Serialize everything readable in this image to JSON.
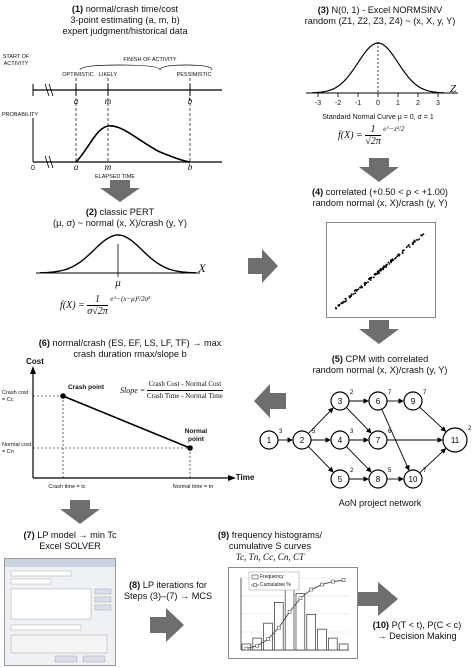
{
  "step1": {
    "num": "(1)",
    "line1": "normal/crash time/cost",
    "line2": "3-point estimating (a, m, b)",
    "line3": "expert judgment/historical data",
    "labels": {
      "start": "START OF ACTIVITY",
      "finish": "FINISH OF ACTIVITY",
      "optimistic": "OPTIMISTIC",
      "likely": "LIKELY",
      "pessimistic": "PESSIMISTIC",
      "probability": "PROBABILITY",
      "elapsed": "ELAPSED TIME",
      "zero": "0",
      "a": "a",
      "m": "m",
      "b": "b"
    }
  },
  "step2": {
    "num": "(2)",
    "line1": "classic PERT",
    "line2": "(μ, σ) ~ normal (x, X)/crash (y, Y)",
    "axis": "X",
    "mu": "μ",
    "formula_lhs": "f(X) =",
    "formula_num": "1",
    "formula_den": "σ√2π",
    "formula_exp": "e^−(x−μ)²/2σ²"
  },
  "step3": {
    "num": "(3)",
    "line1": "N(0, 1) - Excel NORMSINV",
    "line2": "random (Z1, Z2, Z3, Z4) ~ (x, X, y, Y)",
    "ticks": [
      "-3",
      "-2",
      "-1",
      "0",
      "1",
      "2",
      "3"
    ],
    "axis": "Z",
    "caption": "Standard Normal Curve μ = 0, σ = 1",
    "formula_lhs": "f(X) =",
    "formula_num": "1",
    "formula_den": "√2π",
    "formula_exp": "e^−z²/2"
  },
  "step4": {
    "num": "(4)",
    "line1": "correlated (+0.50 < ρ < +1.00)",
    "line2": "random normal (x, X)/crash (y, Y)"
  },
  "step5": {
    "num": "(5)",
    "line1": "CPM with correlated",
    "line2": "random normal (x, X)/crash (y, Y)",
    "caption": "AoN project network",
    "nodes": [
      "1",
      "2",
      "3",
      "4",
      "5",
      "6",
      "7",
      "8",
      "9",
      "10",
      "11"
    ],
    "durations": [
      "3",
      "5",
      "2",
      "3",
      "2",
      "7",
      "6",
      "5",
      "7",
      "7",
      "2"
    ]
  },
  "step6": {
    "num": "(6)",
    "line1": "normal/crash (ES, EF, LS, LF, TF) → max",
    "line2": "crash duration rmax/slope b",
    "y_axis": "Cost",
    "x_axis": "Time",
    "crash_point": "Crash point",
    "normal_point": "Normal point",
    "crash_cost": "Crash cost = Cc",
    "normal_cost": "Normal cost = Cn",
    "crash_time": "Crash time = tc",
    "normal_time": "Normal time = tn",
    "slope_label": "Slope =",
    "slope_num": "Crash Cost - Normal Cost",
    "slope_den": "Crash Time - Normal Time"
  },
  "step7": {
    "num": "(7)",
    "line1": "LP model → min Tc",
    "line2": "Excel SOLVER"
  },
  "step8": {
    "num": "(8)",
    "line1": "LP iterations for",
    "line2": "Steps (3)–(7) → MCS"
  },
  "step9": {
    "num": "(9)",
    "line1": "frequency histograms/",
    "line2": "cumulative S curves",
    "line3": "Tc, Tn, Cc, Cn, CT",
    "legend_freq": "Frequency",
    "legend_cum": "Cumulative %",
    "hist_values": [
      2,
      4,
      9,
      16,
      22,
      19,
      12,
      7,
      4,
      2
    ],
    "cum_values": [
      2,
      6,
      15,
      31,
      53,
      72,
      84,
      91,
      95,
      97
    ]
  },
  "step10": {
    "num": "(10)",
    "line1": "P(T < t), P(C < c)",
    "line2": "→ Decision Making"
  },
  "colors": {
    "arrow": "#6e6e6e",
    "curve": "#000000",
    "panel_border": "#555555"
  }
}
